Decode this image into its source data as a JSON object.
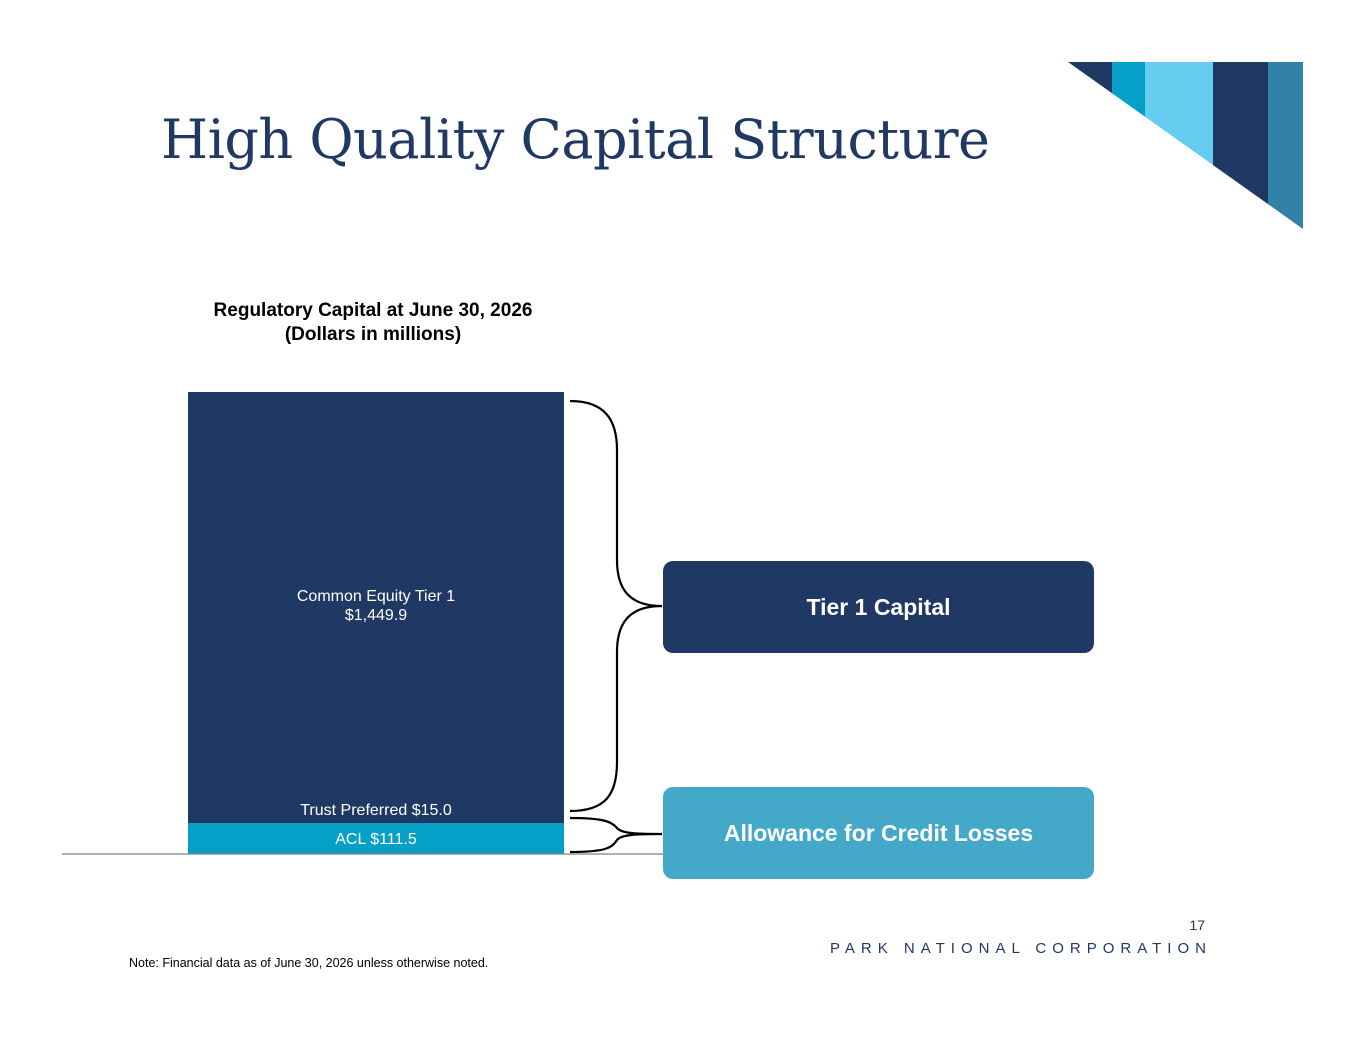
{
  "slide": {
    "title": "High Quality Capital Structure",
    "page_number": "17",
    "company_name": "PARK NATIONAL CORPORATION",
    "footnote": "Note: Financial data as of June 30, 2026 unless otherwise noted."
  },
  "chart_data": {
    "type": "bar",
    "stacked": true,
    "title": "Regulatory Capital at June 30, 2026",
    "subtitle": "(Dollars in millions)",
    "segments": [
      {
        "key": "acl",
        "label": "ACL $111.5",
        "value": 111.5,
        "color": "#05a0c8",
        "label_color": "#ffffff"
      },
      {
        "key": "trust_preferred",
        "label": "Trust Preferred $15.0",
        "value": 15.0,
        "color": "#203864",
        "label_color": "#ffffff"
      },
      {
        "key": "cet1",
        "label_lines": [
          "Common Equity Tier 1",
          "$1,449.9"
        ],
        "value": 1449.9,
        "color": "#203864",
        "label_color": "#ffffff"
      }
    ],
    "groups": [
      {
        "label": "Tier 1 Capital",
        "members": [
          "cet1",
          "trust_preferred"
        ],
        "color": "#203864"
      },
      {
        "label": "Allowance for Credit Losses",
        "members": [
          "acl"
        ],
        "color": "#44a9c8"
      }
    ]
  },
  "colors": {
    "navy": "#203864",
    "teal": "#05a0c8",
    "light_teal": "#44a9c8",
    "sky": "#66ccf0",
    "steel": "#3282a8"
  }
}
